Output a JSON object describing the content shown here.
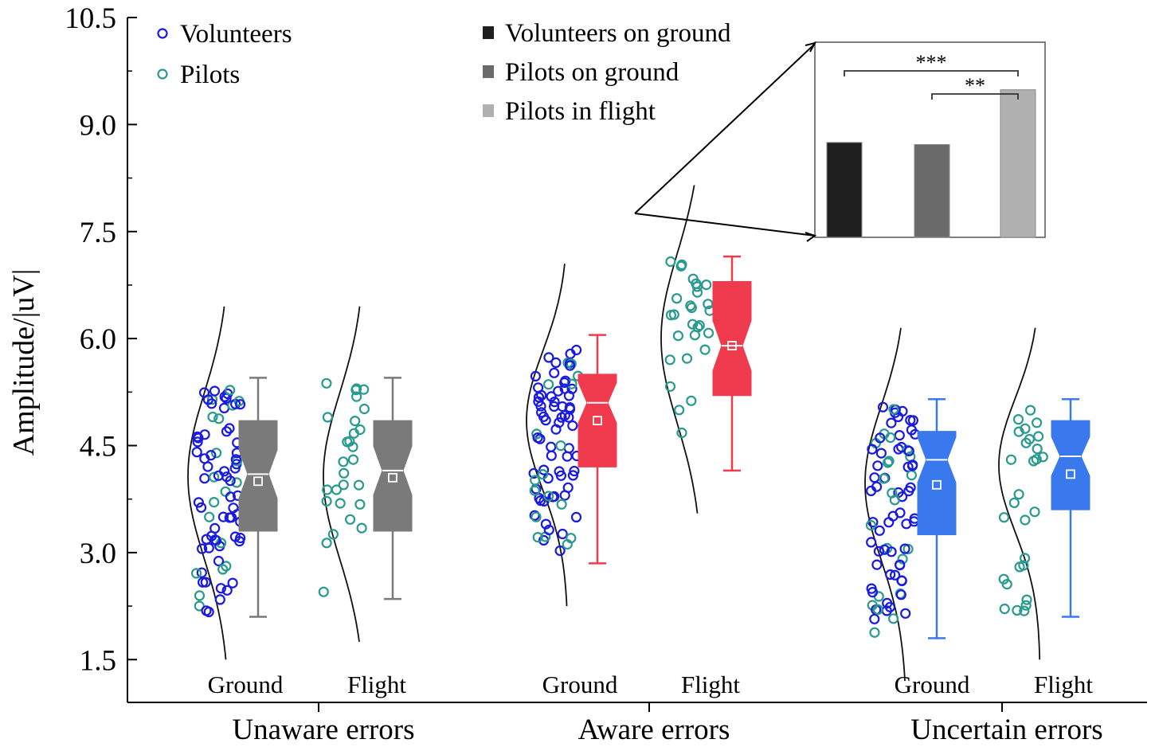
{
  "chart_data": {
    "type": "raincloud-boxplot",
    "ylabel": "Amplitude/|uV|",
    "xlabel": "",
    "ylim": [
      0.9,
      10.5
    ],
    "yticks": [
      "1.5",
      "3.0",
      "4.5",
      "6.0",
      "7.5",
      "9.0",
      "10.5"
    ],
    "grid": false,
    "legend_points": [
      {
        "name": "Volunteers",
        "color": "#1a1adf"
      },
      {
        "name": "Pilots",
        "color": "#2a9a8f"
      }
    ],
    "legend_bars": [
      {
        "name": "Volunteers on ground",
        "color": "#1f1f1f"
      },
      {
        "name": "Pilots on ground",
        "color": "#6a6a6a"
      },
      {
        "name": "Pilots in flight",
        "color": "#b0b0b0"
      }
    ],
    "groups": [
      {
        "name": "Unaware errors",
        "conditions": [
          {
            "label": "Ground",
            "color": "#7a7a7a",
            "min": 2.1,
            "q1": 3.3,
            "median": 4.1,
            "q3": 4.85,
            "max": 5.45,
            "mean": 4.0,
            "points": "Volunteers + Pilots"
          },
          {
            "label": "Flight",
            "color": "#7a7a7a",
            "min": 2.35,
            "q1": 3.3,
            "median": 4.15,
            "q3": 4.85,
            "max": 5.45,
            "mean": 4.05,
            "points": "Pilots"
          }
        ]
      },
      {
        "name": "Aware errors",
        "conditions": [
          {
            "label": "Ground",
            "color": "#f03b4f",
            "min": 2.85,
            "q1": 4.2,
            "median": 5.1,
            "q3": 5.5,
            "max": 6.05,
            "mean": 4.85,
            "points": "Volunteers + Pilots"
          },
          {
            "label": "Flight",
            "color": "#f03b4f",
            "min": 4.15,
            "q1": 5.2,
            "median": 5.9,
            "q3": 6.8,
            "max": 7.15,
            "mean": 5.9,
            "points": "Pilots"
          }
        ]
      },
      {
        "name": "Uncertain errors",
        "conditions": [
          {
            "label": "Ground",
            "color": "#3a78ee",
            "min": 1.8,
            "q1": 3.25,
            "median": 4.3,
            "q3": 4.7,
            "max": 5.15,
            "mean": 3.95,
            "points": "Volunteers + Pilots"
          },
          {
            "label": "Flight",
            "color": "#3a78ee",
            "min": 2.1,
            "q1": 3.6,
            "median": 4.35,
            "q3": 4.85,
            "max": 5.15,
            "mean": 4.1,
            "points": "Pilots"
          }
        ]
      }
    ],
    "inset": {
      "type": "bar",
      "categories": [
        "Volunteers on ground",
        "Pilots on ground",
        "Pilots in flight"
      ],
      "values": [
        5.3,
        5.28,
        5.8
      ],
      "significance": [
        {
          "from": 0,
          "to": 2,
          "label": "***"
        },
        {
          "from": 1,
          "to": 2,
          "label": "**"
        }
      ]
    }
  }
}
